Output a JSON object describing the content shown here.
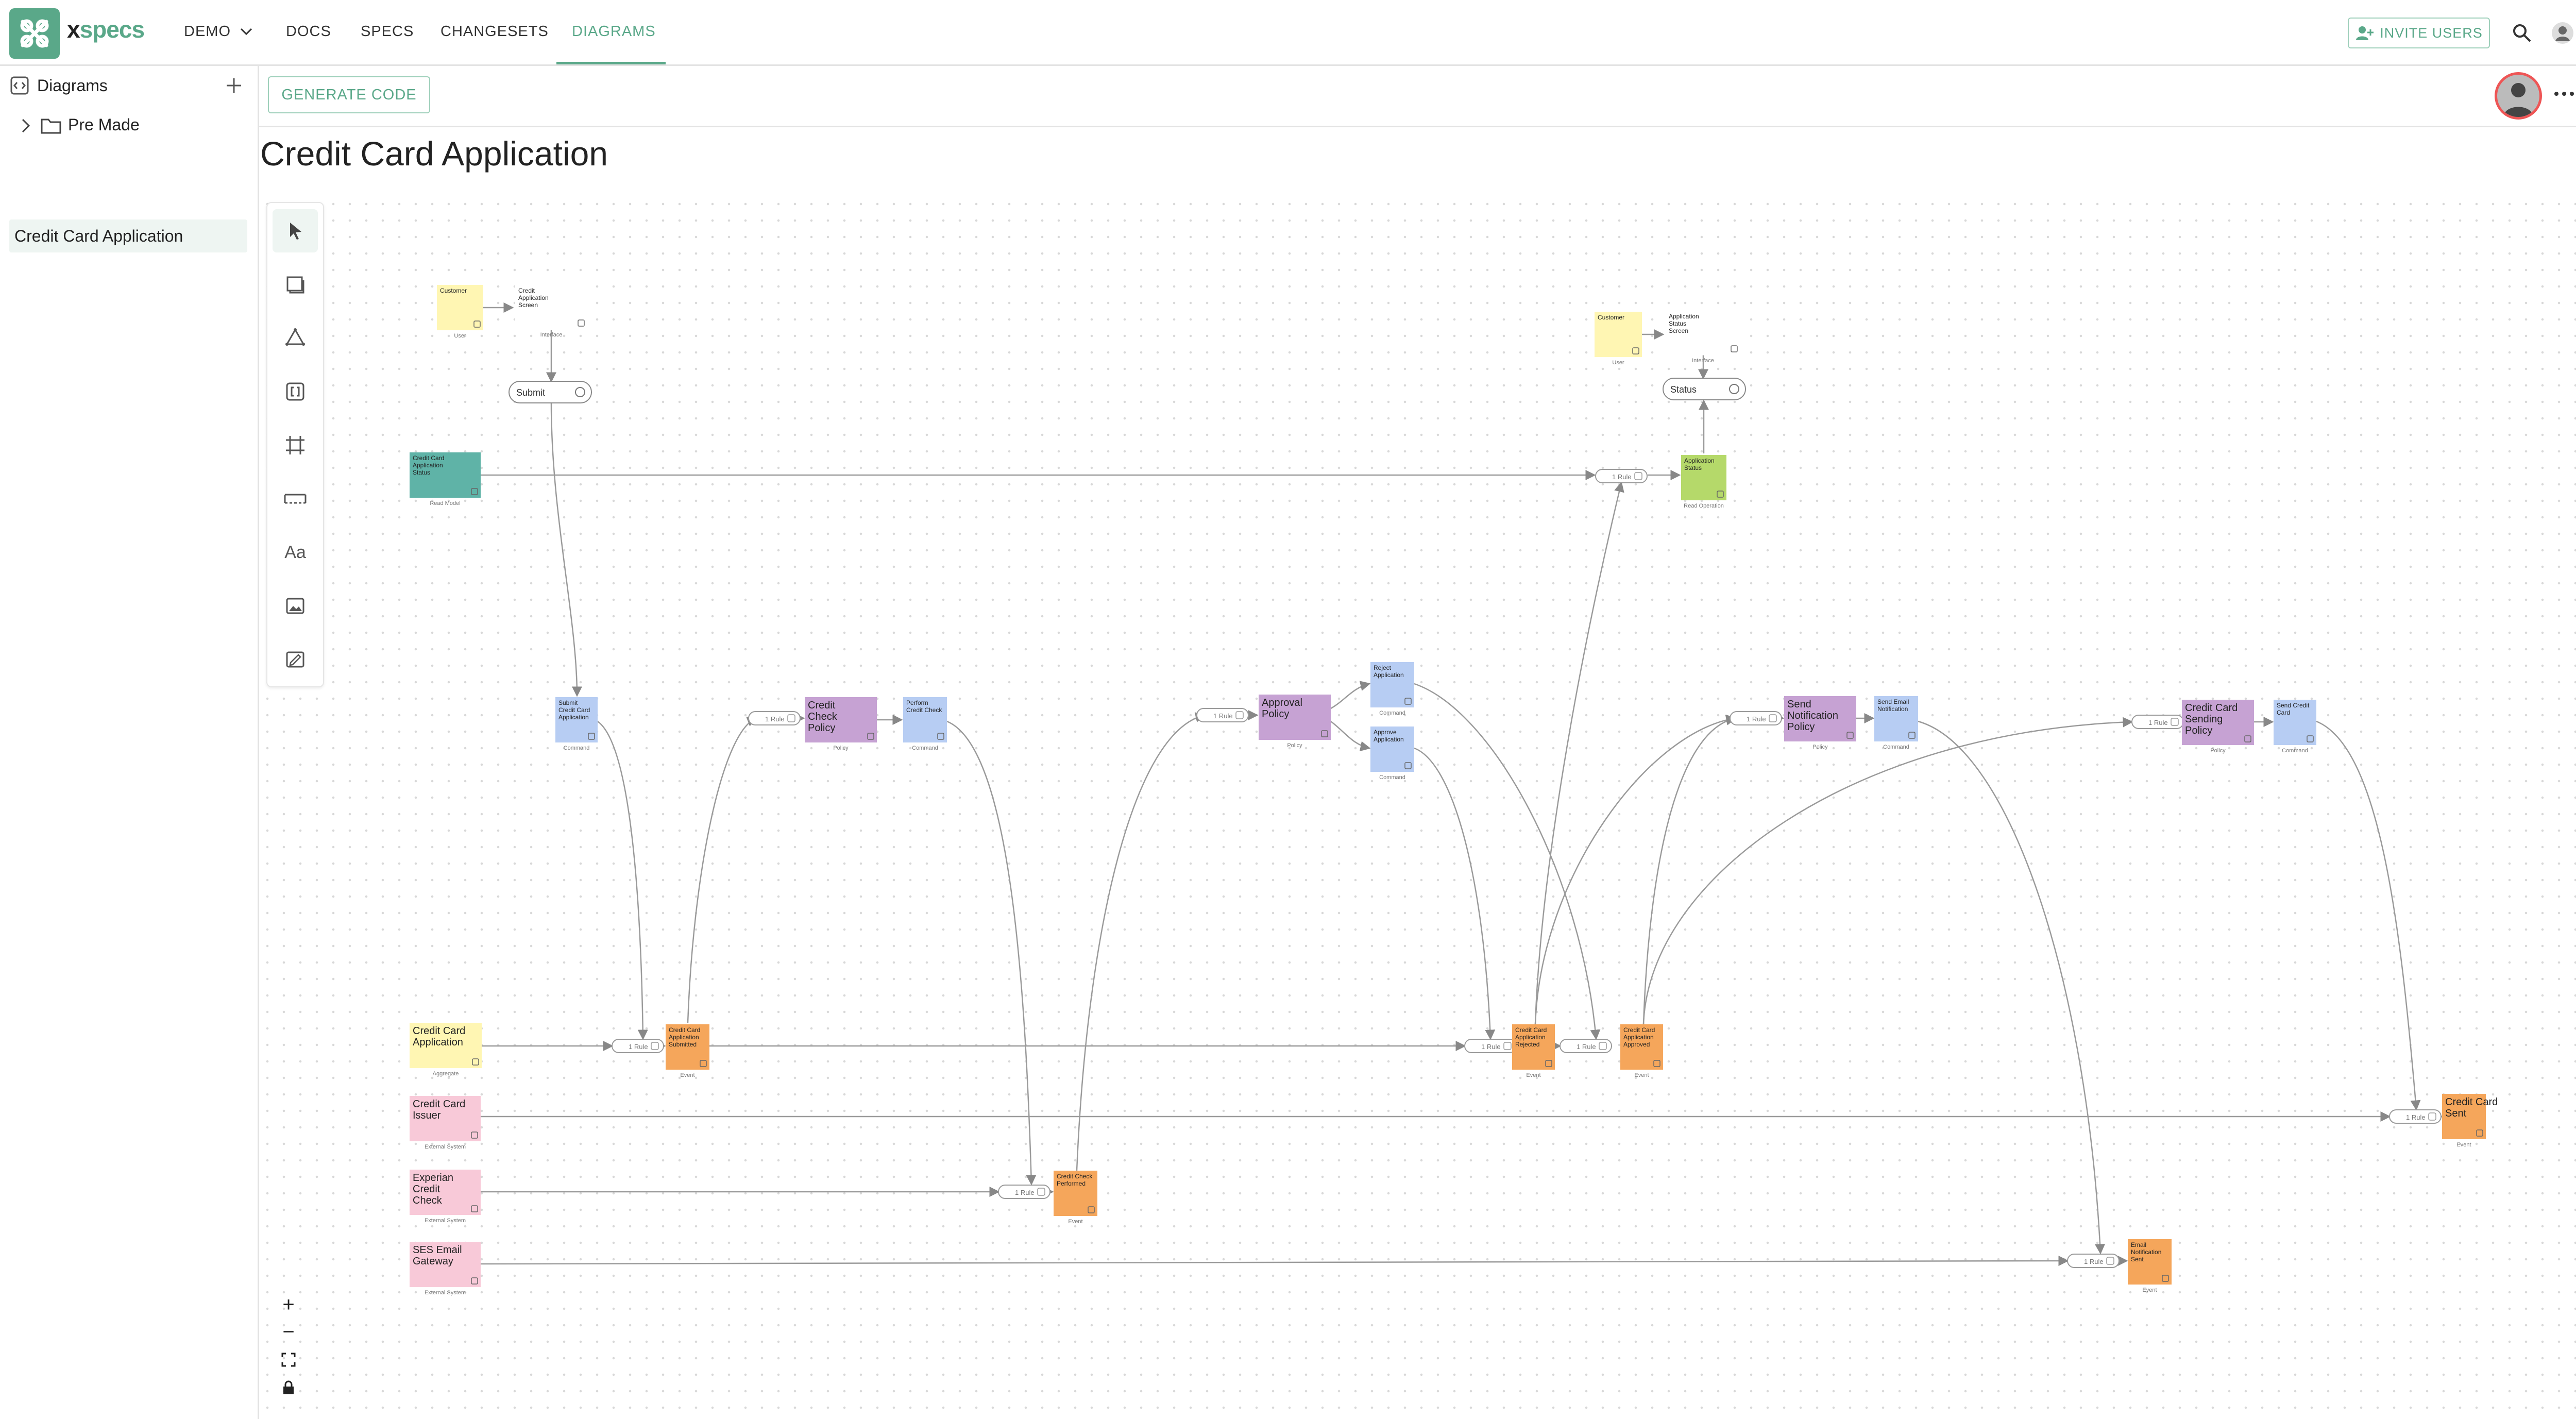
{
  "app": {
    "brand_x": "x",
    "brand_rest": "specs",
    "accent": "#5aa889"
  },
  "nav": {
    "workspace": "DEMO",
    "items": [
      "DOCS",
      "SPECS",
      "CHANGESETS",
      "DIAGRAMS"
    ],
    "active": "DIAGRAMS",
    "invite_label": "INVITE USERS"
  },
  "sidebar": {
    "section_title": "Diagrams",
    "folder": "Pre Made",
    "selected_item": "Credit Card Application"
  },
  "toolbar": {
    "generate_label": "GENERATE CODE"
  },
  "page": {
    "title": "Credit Card Application"
  },
  "tools": [
    "select-tool",
    "sticky-note-tool",
    "shape-tool",
    "code-tool",
    "frame-tool",
    "lane-tool",
    "text-tool",
    "image-tool",
    "sketch-tool"
  ],
  "zoom_controls": [
    "+",
    "−",
    "fit",
    "lock"
  ],
  "diagram": {
    "nodes": [
      {
        "id": "n1",
        "label": "Customer",
        "type": "User",
        "color": "#fff6b3"
      },
      {
        "id": "n2",
        "label": "Credit Application Screen",
        "type": "Interface",
        "color": "#ffffff"
      },
      {
        "id": "n3",
        "label": "Submit",
        "type": "",
        "color": "#ffffff"
      },
      {
        "id": "n4",
        "label": "Credit Card Application Status",
        "type": "Read Model",
        "color": "#5fb3a7"
      },
      {
        "id": "n5",
        "label": "Customer",
        "type": "User",
        "color": "#fff6b3"
      },
      {
        "id": "n6",
        "label": "Application Status Screen",
        "type": "Interface",
        "color": "#ffffff"
      },
      {
        "id": "n7",
        "label": "Status",
        "type": "",
        "color": "#ffffff"
      },
      {
        "id": "n8",
        "label": "Application Status",
        "type": "Read Operation",
        "color": "#b5d96a"
      },
      {
        "id": "n9",
        "label": "Submit Credit Card Application",
        "type": "Command",
        "color": "#b7cdf3"
      },
      {
        "id": "n10",
        "label": "Credit Check Policy",
        "type": "Policy",
        "color": "#c6a2d3"
      },
      {
        "id": "n11",
        "label": "Perform Credit Check",
        "type": "Command",
        "color": "#b7cdf3"
      },
      {
        "id": "n12",
        "label": "Approval Policy",
        "type": "Policy",
        "color": "#c6a2d3"
      },
      {
        "id": "n13",
        "label": "Reject Application",
        "type": "Command",
        "color": "#b7cdf3"
      },
      {
        "id": "n14",
        "label": "Approve Application",
        "type": "Command",
        "color": "#b7cdf3"
      },
      {
        "id": "n15",
        "label": "Send Notification Policy",
        "type": "Policy",
        "color": "#c6a2d3"
      },
      {
        "id": "n16",
        "label": "Send Email Notification",
        "type": "Command",
        "color": "#b7cdf3"
      },
      {
        "id": "n17",
        "label": "Credit Card Sending Policy",
        "type": "Policy",
        "color": "#c6a2d3"
      },
      {
        "id": "n18",
        "label": "Send Credit Card",
        "type": "Command",
        "color": "#b7cdf3"
      },
      {
        "id": "n19",
        "label": "Credit Card Application",
        "type": "Aggregate",
        "color": "#fff6b3"
      },
      {
        "id": "n20",
        "label": "Credit Card Application Submitted",
        "type": "Event",
        "color": "#f5a65b"
      },
      {
        "id": "n21",
        "label": "Credit Card Application Rejected",
        "type": "Event",
        "color": "#f5a65b"
      },
      {
        "id": "n22",
        "label": "Credit Card Application Approved",
        "type": "Event",
        "color": "#f5a65b"
      },
      {
        "id": "n23",
        "label": "Credit Card Issuer",
        "type": "External System",
        "color": "#f8c9d8"
      },
      {
        "id": "n24",
        "label": "Credit Card Sent",
        "type": "Event",
        "color": "#f5a65b"
      },
      {
        "id": "n25",
        "label": "Experian Credit Check",
        "type": "External System",
        "color": "#f8c9d8"
      },
      {
        "id": "n26",
        "label": "Credit Check Performed",
        "type": "Event",
        "color": "#f5a65b"
      },
      {
        "id": "n27",
        "label": "SES Email Gateway",
        "type": "External System",
        "color": "#f8c9d8"
      },
      {
        "id": "n28",
        "label": "Email Notification Sent",
        "type": "Event",
        "color": "#f5a65b"
      }
    ],
    "rule_label": "1 Rule"
  }
}
